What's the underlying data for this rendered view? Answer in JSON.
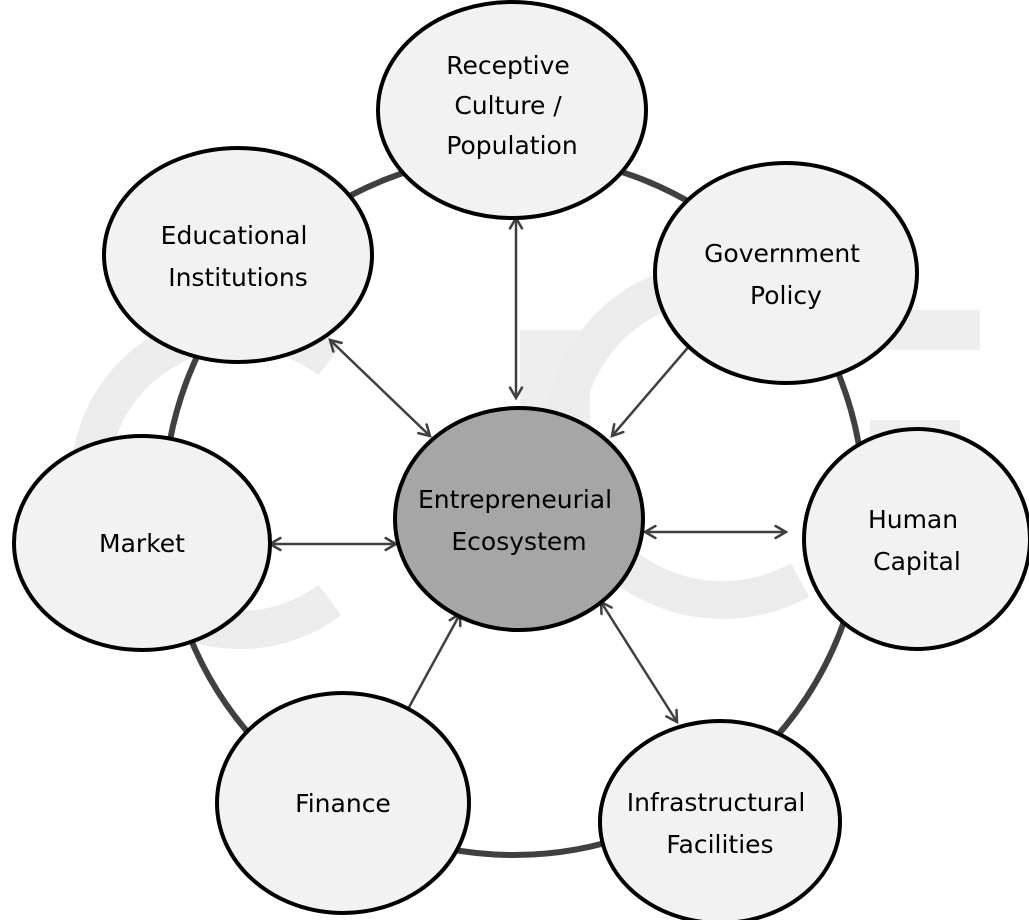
{
  "center": {
    "lines": [
      "Entrepreneurial",
      "Ecosystem"
    ],
    "fill": "#a6a6a6"
  },
  "nodes": [
    {
      "id": "receptive-culture",
      "lines": [
        "Receptive",
        "Culture /",
        "Population"
      ]
    },
    {
      "id": "government-policy",
      "lines": [
        "Government",
        "Policy"
      ]
    },
    {
      "id": "human-capital",
      "lines": [
        "Human",
        "Capital"
      ]
    },
    {
      "id": "infrastructural-facilities",
      "lines": [
        "Infrastructural",
        "Facilities"
      ]
    },
    {
      "id": "finance",
      "lines": [
        "Finance"
      ]
    },
    {
      "id": "market",
      "lines": [
        "Market"
      ]
    },
    {
      "id": "educational-institutions",
      "lines": [
        "Educational",
        "Institutions"
      ]
    }
  ],
  "colors": {
    "node_fill": "#f2f2f2",
    "node_stroke": "#000000",
    "ring": "#404040",
    "connector": "#404040"
  }
}
